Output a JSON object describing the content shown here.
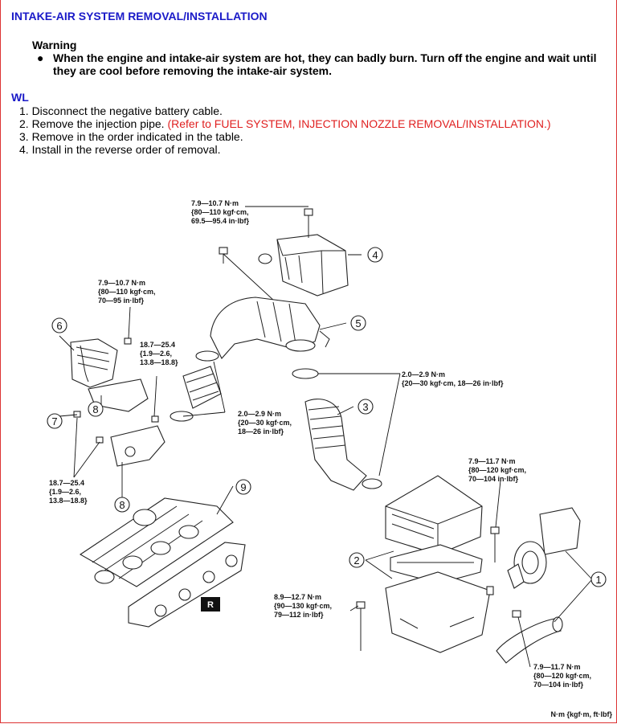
{
  "title": "INTAKE-AIR SYSTEM REMOVAL/INSTALLATION",
  "warning": {
    "heading": "Warning",
    "bullet": "●",
    "text": "When the engine and intake-air system are hot, they can badly burn. Turn off the engine and wait until they are cool before removing the intake-air system."
  },
  "section": "WL",
  "steps": [
    {
      "text": "1. Disconnect the negative battery cable.",
      "ref": ""
    },
    {
      "text": "2. Remove the injection pipe. ",
      "ref": "(Refer to FUEL SYSTEM, INJECTION NOZZLE REMOVAL/INSTALLATION.)"
    },
    {
      "text": "3. Remove in the order indicated in the table.",
      "ref": ""
    },
    {
      "text": "4. Install in the reverse order of removal.",
      "ref": ""
    }
  ],
  "torque": {
    "top": [
      "7.9—10.7 N·m",
      "{80—110 kgf·cm,",
      "69.5—95.4 in·lbf}"
    ],
    "left_upper": [
      "7.9—10.7 N·m",
      "{80—110 kgf·cm,",
      "70—95 in·lbf}"
    ],
    "clamp_left_upper": [
      "18.7—25.4",
      "{1.9—2.6,",
      "13.8—18.8}"
    ],
    "hose_mid": [
      "2.0—2.9 N·m",
      "{20—30 kgf·cm,",
      "18—26 in·lbf}"
    ],
    "hose_right": [
      "2.0—2.9 N·m",
      "{20—30 kgf·cm, 18—26 in·lbf}"
    ],
    "cleaner_top": [
      "7.9—11.7 N·m",
      "{80—120 kgf·cm,",
      "70—104 in·lbf}"
    ],
    "left_lower": [
      "18.7—25.4",
      "{1.9—2.6,",
      "13.8—18.8}"
    ],
    "cleaner_bottom": [
      "8.9—12.7 N·m",
      "{90—130 kgf·cm,",
      "79—112 in·lbf}"
    ],
    "duct_bottom": [
      "7.9—11.7 N·m",
      "{80—120 kgf·cm,",
      "70—104 in·lbf}"
    ]
  },
  "callouts": [
    "1",
    "2",
    "3",
    "4",
    "5",
    "6",
    "7",
    "8",
    "8",
    "9"
  ],
  "r_badge": "R",
  "units_legend": "N·m {kgf·m, ft·lbf}"
}
